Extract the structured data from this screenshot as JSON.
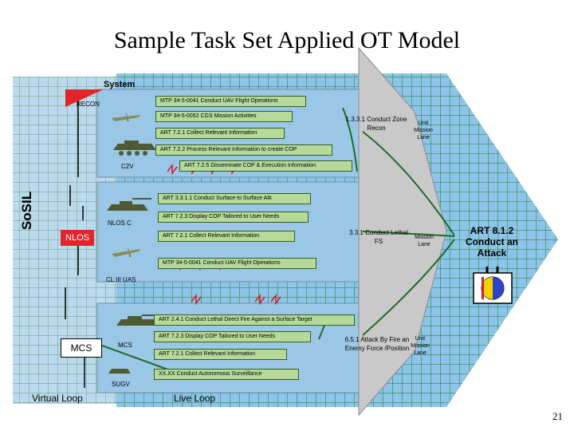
{
  "title": "Sample Task Set Applied OT Model",
  "page_number": "21",
  "side_label": "SoSIL",
  "system_label": "System",
  "platforms": {
    "recon": "RECON",
    "c2v": "C2V",
    "nlos_c": "NLOS C",
    "nlos": "NLOS",
    "cl_iii_uas": "CL III UAS",
    "mcs_box": "MCS",
    "mcs": "MCS",
    "sugv": "SUGV"
  },
  "loops": {
    "virtual": "Virtual Loop",
    "live": "Live Loop"
  },
  "tasks": {
    "g1_1": "MTP 34-5-0041 Conduct UAV Flight Operations",
    "g1_2": "MTP 34-5-0052 CGS Mission Activities",
    "g1_3": "ART 7.2.1 Collect Relevant Information",
    "g1_4": "ART 7.2.2 Process Relevant Information to create COP",
    "g1_5": "ART 7.2.5 Disseminate COP & Execution Information",
    "g2_1": "ART 3.3.1.1 Conduct Surface to Surface Atk",
    "g2_2": "ART 7.2.3 Display COP Tailored to User Needs",
    "g2_3": "ART 7.2.1 Collect Relevant Information",
    "g2_4": "MTP 34-5-0041 Conduct UAV Flight Operations",
    "g3_1": "ART 2.4.1 Conduct Lethal Direct Fire Against a Surface Target",
    "g3_2": "ART 7.2.3 Display COP Tailored to User Needs",
    "g3_3": "ART 7.2.1 Collect Relevant Information",
    "g3_4": "XX.XX Conduct Autonomous Surveillance"
  },
  "mission_tasks": {
    "m1": "1.3.3.1 Conduct Zone Recon",
    "m2": "3.3.1 Conduct Lethal FS",
    "m3": "6.5.1 Attack By Fire an Enemy Force /Position"
  },
  "lanes": {
    "l1": "Unit Mission Lane",
    "l2": "Mission Lane",
    "l3": "Unit Mission Lane"
  },
  "outcome": "ART 8.1.2 Conduct an Attack",
  "colors": {
    "lane_fill": "#8ec3ea",
    "grid_line": "#2f8e3c",
    "task_box": "#b6d99a",
    "arrow_fill": "#c9c9c9",
    "nlos_red": "#e0262b"
  }
}
